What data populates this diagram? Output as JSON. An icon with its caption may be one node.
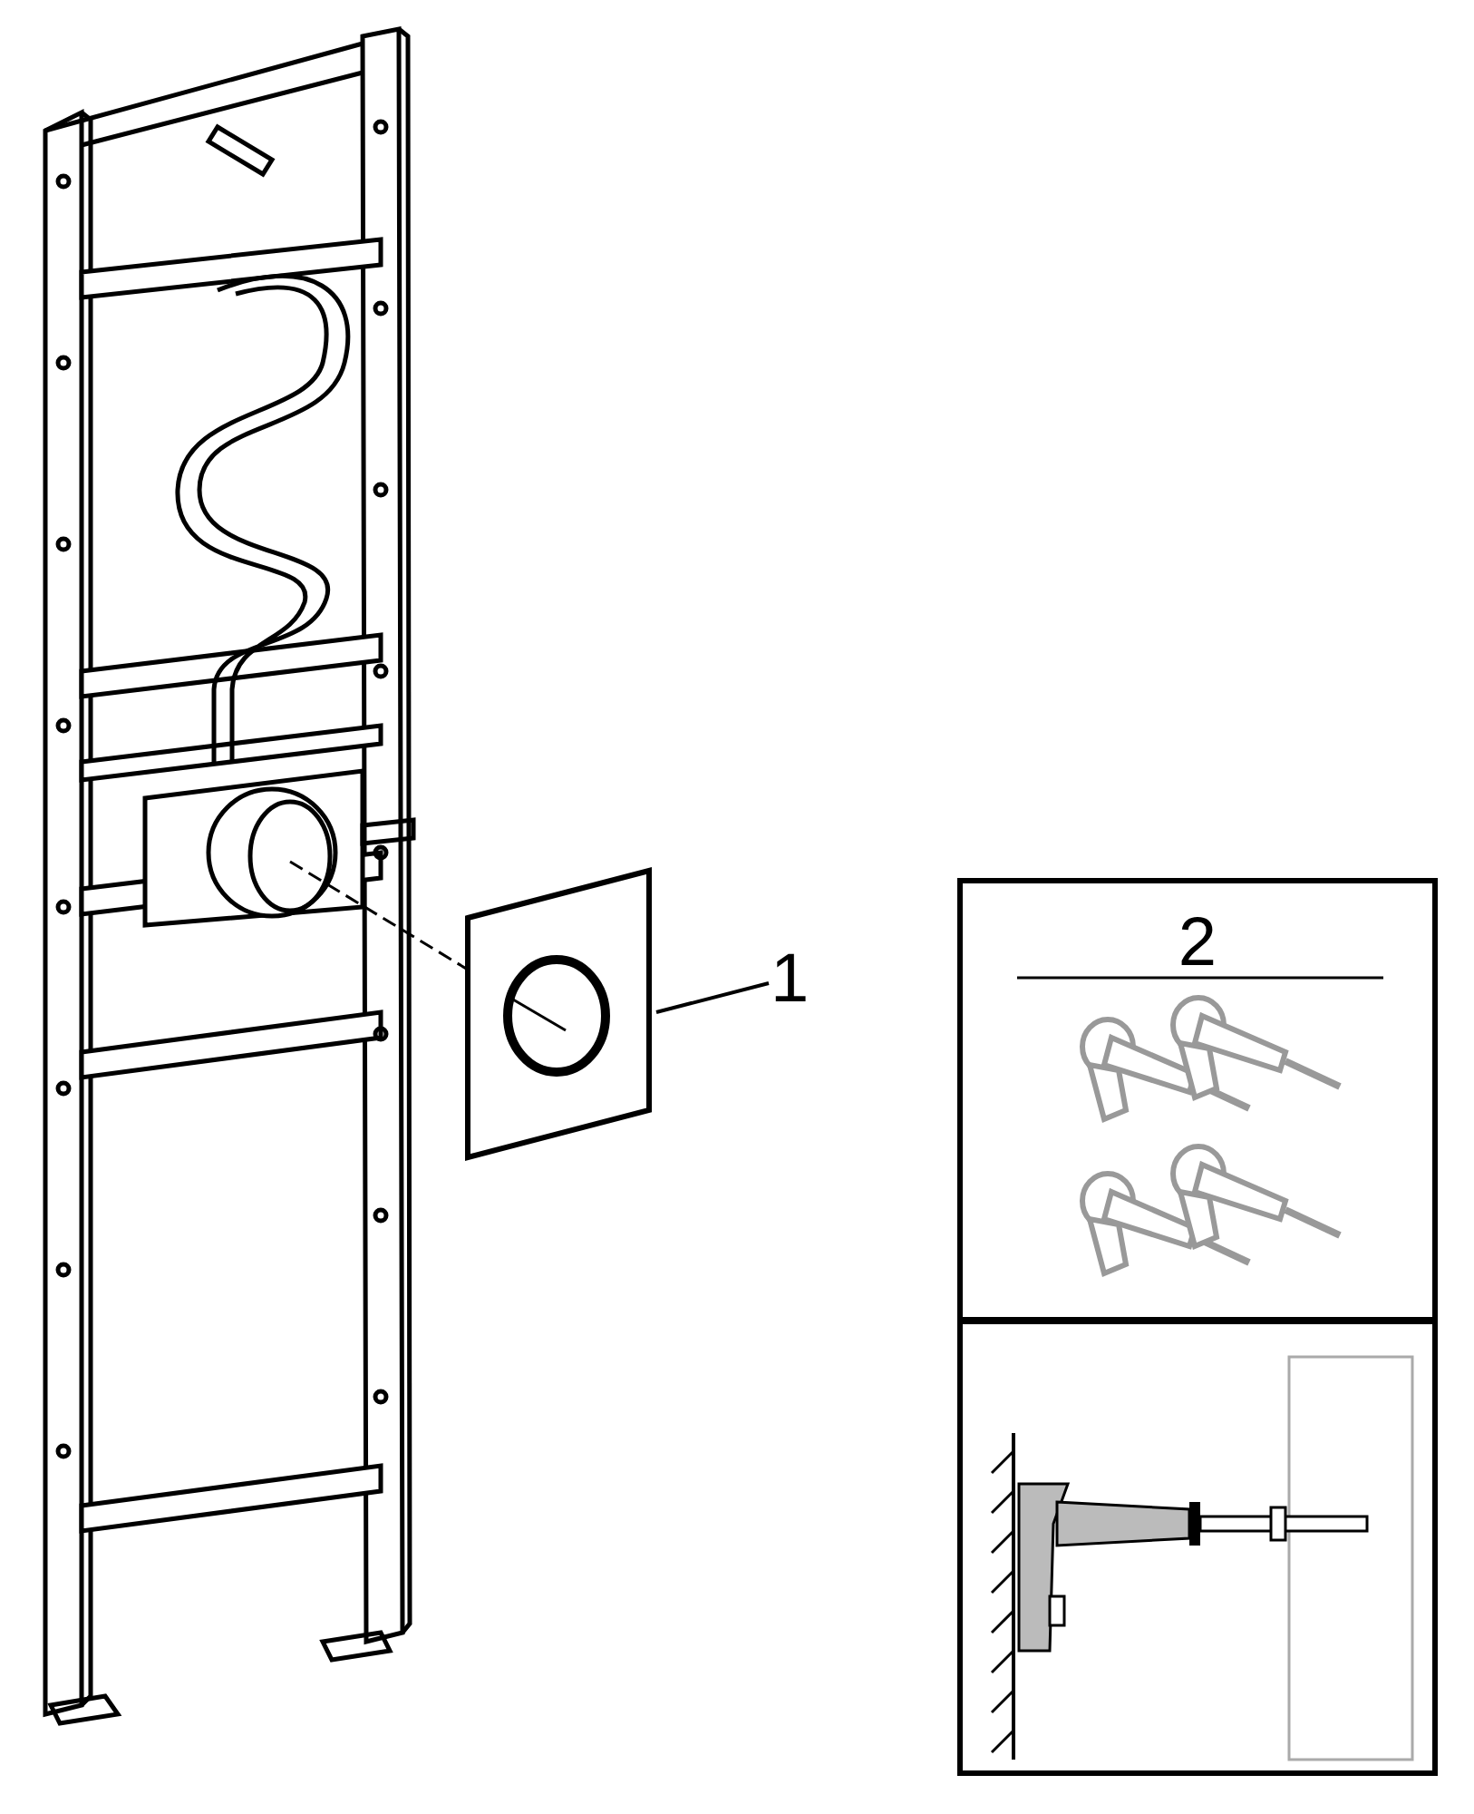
{
  "diagram": {
    "nodes": [
      {
        "text": [
          "1"
        ]
      },
      {
        "text": [],
        "shape": "picture"
      },
      {
        "text": [
          "2"
        ]
      },
      {
        "text": [],
        "shape": "box"
      }
    ],
    "edges": [
      {
        "from": 0,
        "to": 1,
        "arrow": "none"
      }
    ]
  }
}
